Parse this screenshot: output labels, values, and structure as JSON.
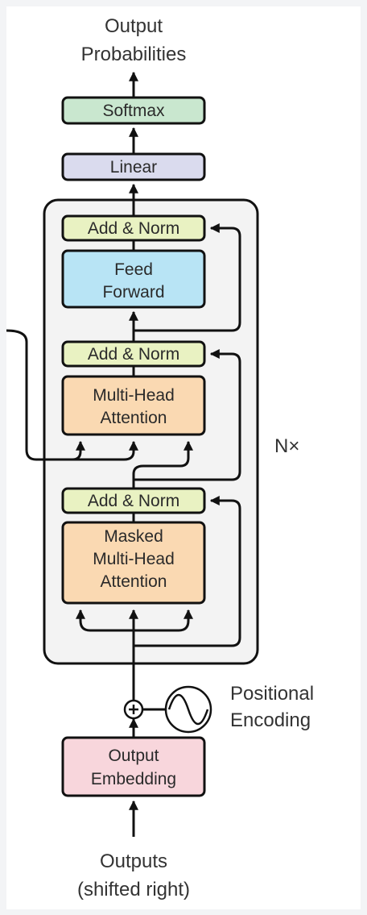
{
  "labels": {
    "output_probabilities_1": "Output",
    "output_probabilities_2": "Probabilities",
    "nx": "N×",
    "positional_encoding_1": "Positional",
    "positional_encoding_2": "Encoding",
    "outputs_1": "Outputs",
    "outputs_2": "(shifted right)"
  },
  "blocks": {
    "softmax": "Softmax",
    "linear": "Linear",
    "add_norm_top": "Add & Norm",
    "feed_forward_1": "Feed",
    "feed_forward_2": "Forward",
    "add_norm_mid": "Add & Norm",
    "mha_1": "Multi-Head",
    "mha_2": "Attention",
    "add_norm_bottom": "Add & Norm",
    "masked_mha_1": "Masked",
    "masked_mha_2": "Multi-Head",
    "masked_mha_3": "Attention",
    "output_embedding_1": "Output",
    "output_embedding_2": "Embedding"
  },
  "colors": {
    "softmax": "#c9e7cf",
    "linear": "#dadbee",
    "add_norm": "#e9f2c2",
    "feed_forward": "#b8e4f5",
    "attention": "#fad9b2",
    "embedding": "#f8d6dc",
    "stack_bg": "#f3f3f3"
  }
}
